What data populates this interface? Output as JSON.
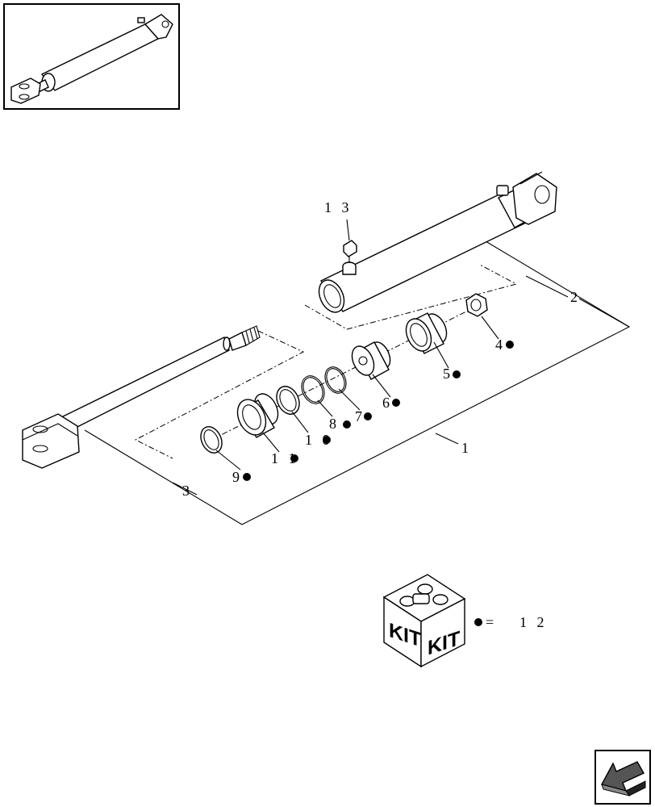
{
  "callouts": {
    "c1": "1",
    "c2": "2",
    "c3": "3",
    "c4": "4",
    "c5": "5",
    "c6": "6",
    "c7": "7",
    "c8": "8",
    "c9": "9",
    "c10": "1 0",
    "c11": "1 1",
    "c13": "1 3"
  },
  "kit_legend": {
    "kit_text_left": "KIT",
    "kit_text_right": "KIT",
    "equals": "=",
    "kit_ref": "1 2"
  },
  "icons": {
    "kit_marker": "black-dot",
    "nav_arrow": "navigate-arrow-icon"
  },
  "colors": {
    "line": "#000000",
    "background": "#ffffff",
    "nav_shade": "#555555"
  }
}
